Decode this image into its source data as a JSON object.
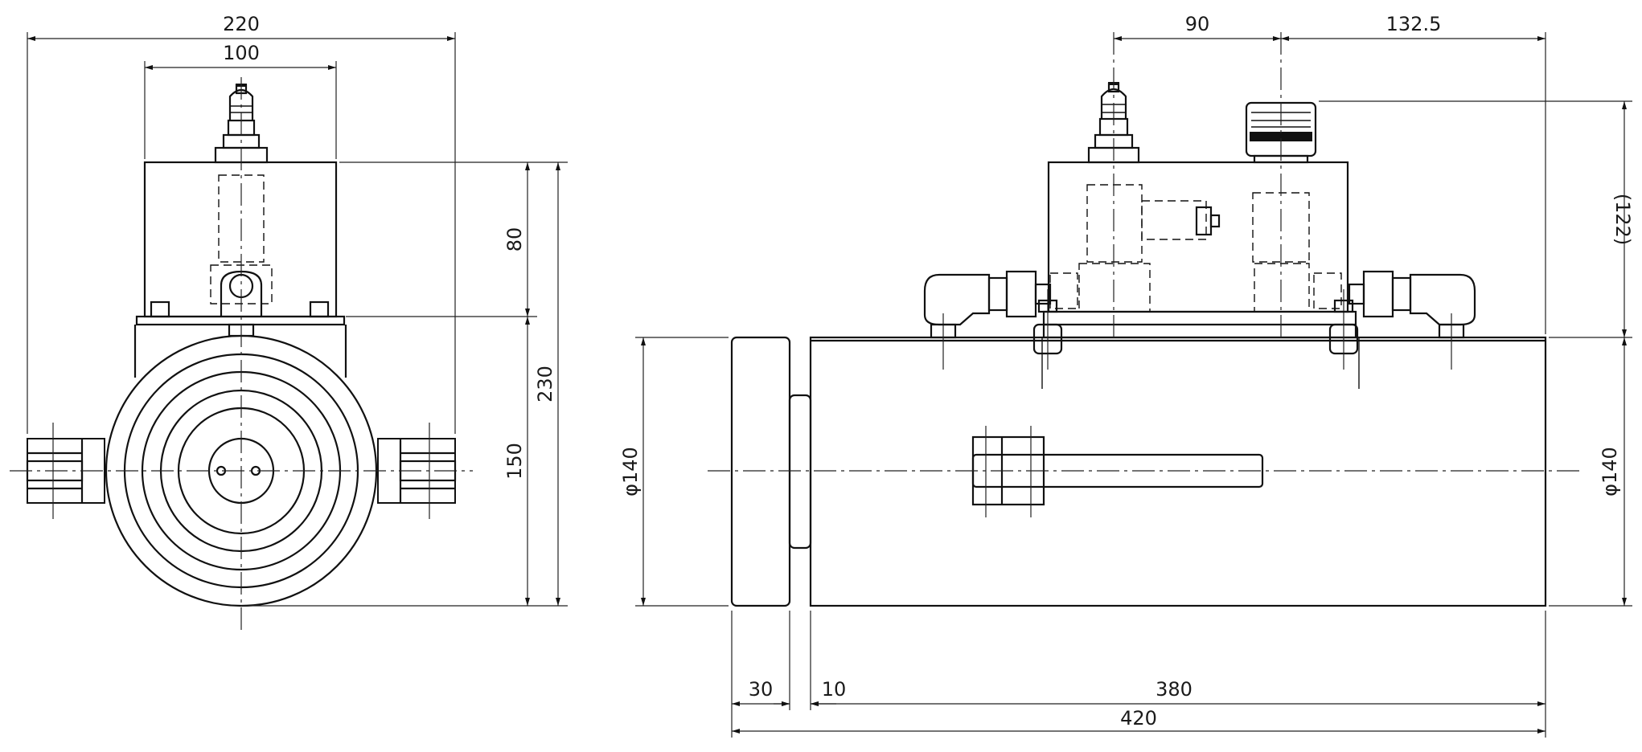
{
  "front_view": {
    "width_overall": "220",
    "width_block": "100",
    "height_block": "80",
    "height_overall": "230",
    "height_body": "150"
  },
  "side_view": {
    "offset_fitting": "90",
    "offset_connector": "132.5",
    "height_ref": "(122)",
    "diameter_left": "φ140",
    "diameter_right": "φ140",
    "flange_thk": "30",
    "gap": "10",
    "body_length": "380",
    "total_length": "420"
  }
}
